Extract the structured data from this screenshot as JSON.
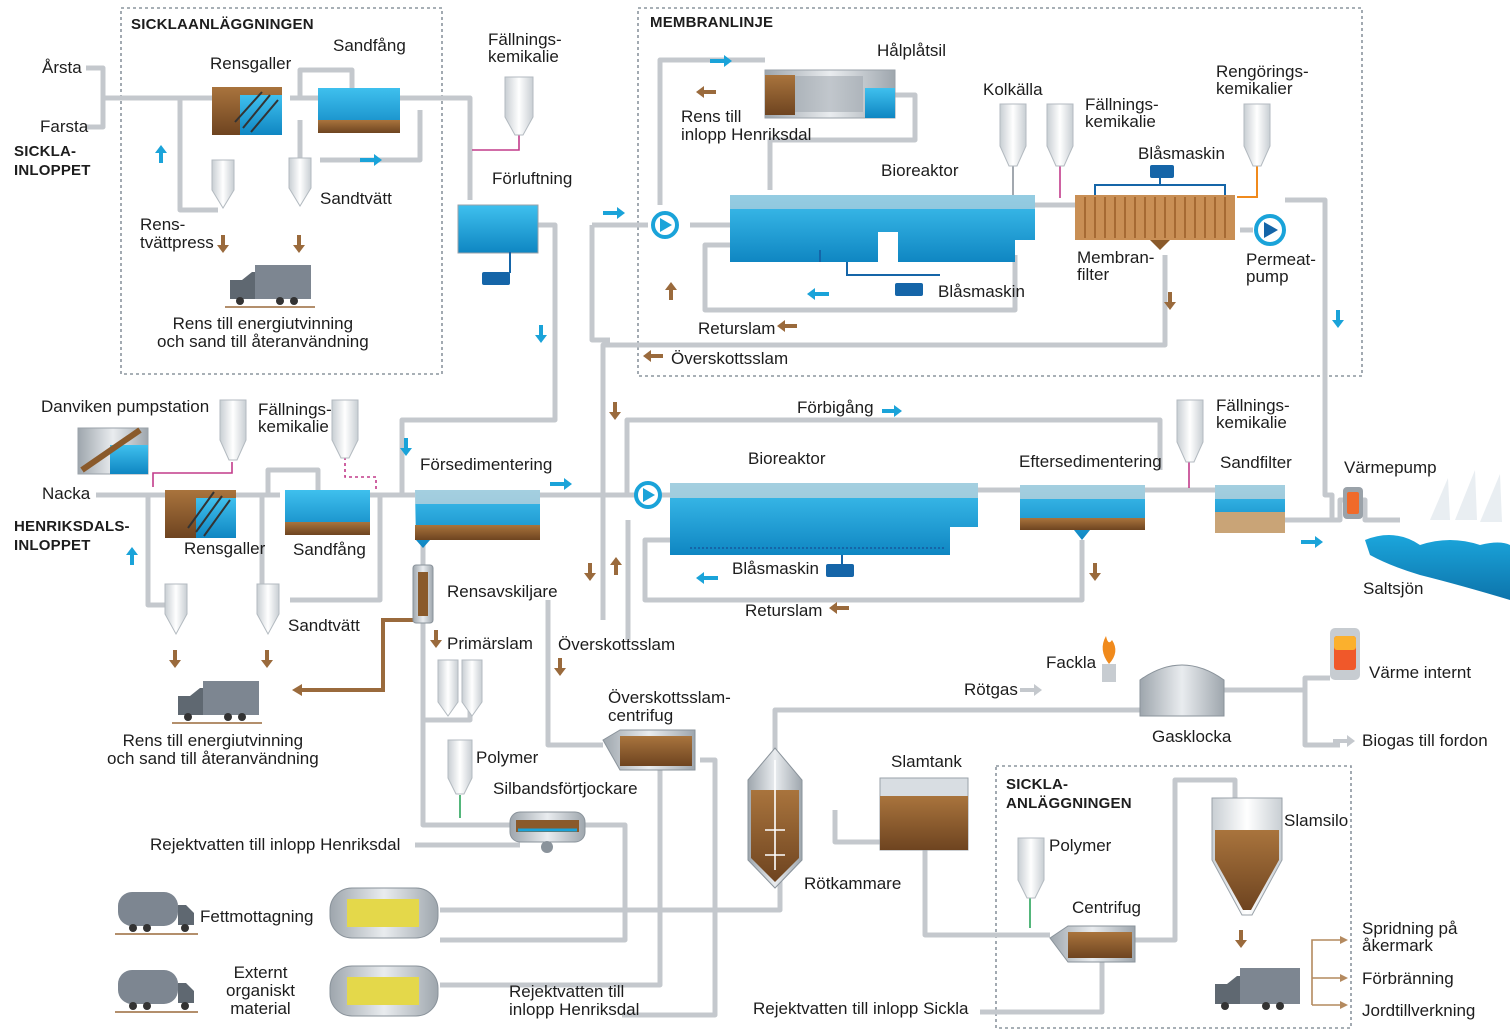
{
  "colors": {
    "pipe": "#c9ccd1",
    "water": "#1aa3d9",
    "sludge": "#8a5a2b",
    "arrow_blue": "#1aa3d9",
    "arrow_brown": "#9a6a3c",
    "chemical": "#c23b8a",
    "orange": "#f08a1c",
    "blower": "#1565a8",
    "truck": "#7d8691",
    "tank_yellow": "#e4d84a",
    "section_border": "#8c959e"
  },
  "sections": {
    "sicklaanlaggningen_top": "SICKLAANLÄGGNINGEN",
    "membranlinje": "MEMBRANLINJE",
    "sickla_inloppet": "SICKLA-\nINLOPPET",
    "henriksdals_inloppet": "HENRIKSDALS-\nINLOPPET",
    "sickla_anlaggningen_bottom": "SICKLA-\nANLÄGGNINGEN"
  },
  "labels": {
    "arsta": "Årsta",
    "farsta": "Farsta",
    "rensgaller_top": "Rensgaller",
    "sandfang_top": "Sandfång",
    "fallningskemikalie_top": "Fällnings-\nkemikalie",
    "forluftning": "Förluftning",
    "rens_tvattpress": "Rens-\ntvättpress",
    "sandtvatt_top": "Sandtvätt",
    "rens_energi_top": "Rens till energiutvinning\noch sand till återanvändning",
    "halplatsil": "Hålplåtsil",
    "rens_till_inlopp": "Rens till\ninlopp Henriksdal",
    "kolkalla": "Kolkälla",
    "fallningskemikalie_membran": "Fällnings-\nkemikalie",
    "rengoringskemikalier": "Rengörings-\nkemikalier",
    "blasmaskin_membran_top": "Blåsmaskin",
    "bioreaktor_membran": "Bioreaktor",
    "membranfilter": "Membran-\nfilter",
    "permeatpump": "Permeat-\npump",
    "blasmaskin_membran_bottom": "Blåsmaskin",
    "returslam_membran": "Returslam",
    "overskottsslam_membran": "Överskottsslam",
    "danviken": "Danviken pumpstation",
    "fallningskemikalie_henriksdal": "Fällnings-\nkemikalie",
    "nacka": "Nacka",
    "rensgaller_bottom": "Rensgaller",
    "sandfang_bottom": "Sandfång",
    "forsedimentering": "Försedimentering",
    "forbigang": "Förbigång",
    "bioreaktor_main": "Bioreaktor",
    "eftersedimentering": "Eftersedimentering",
    "fallningskemikalie_sandfilter": "Fällnings-\nkemikalie",
    "sandfilter": "Sandfilter",
    "varmepump": "Värmepump",
    "saltsjon": "Saltsjön",
    "blasmaskin_main": "Blåsmaskin",
    "returslam_main": "Returslam",
    "rensavskiljare": "Rensavskiljare",
    "sandtvatt_bottom": "Sandtvätt",
    "primarslam": "Primärslam",
    "overskottsslam_main": "Överskottsslam",
    "rens_energi_bottom": "Rens till energiutvinning\noch sand till återanvändning",
    "overskottsslam_centrifug": "Överskottsslam-\ncentrifug",
    "polymer_main": "Polymer",
    "silbandsfortjockare": "Silbandsförtjockare",
    "rejektvatten_henriksdal_left": "Rejektvatten till inlopp Henriksdal",
    "fettmottagning": "Fettmottagning",
    "externt_organiskt": "Externt\norganiskt\nmaterial",
    "rejektvatten_henriksdal_bottom": "Rejektvatten till\ninlopp Henriksdal",
    "rotkammare": "Rötkammare",
    "slamtank": "Slamtank",
    "fackla": "Fackla",
    "rotgas": "Rötgas",
    "gasklocka": "Gasklocka",
    "varme_internt": "Värme internt",
    "biogas_fordon": "Biogas till fordon",
    "polymer_sickla": "Polymer",
    "centrifug": "Centrifug",
    "slamsilo": "Slamsilo",
    "spridning": "Spridning på\nåkermark",
    "forbranning": "Förbränning",
    "jordtillverkning": "Jordtillverkning",
    "rejektvatten_sickla": "Rejektvatten till inlopp Sickla"
  }
}
